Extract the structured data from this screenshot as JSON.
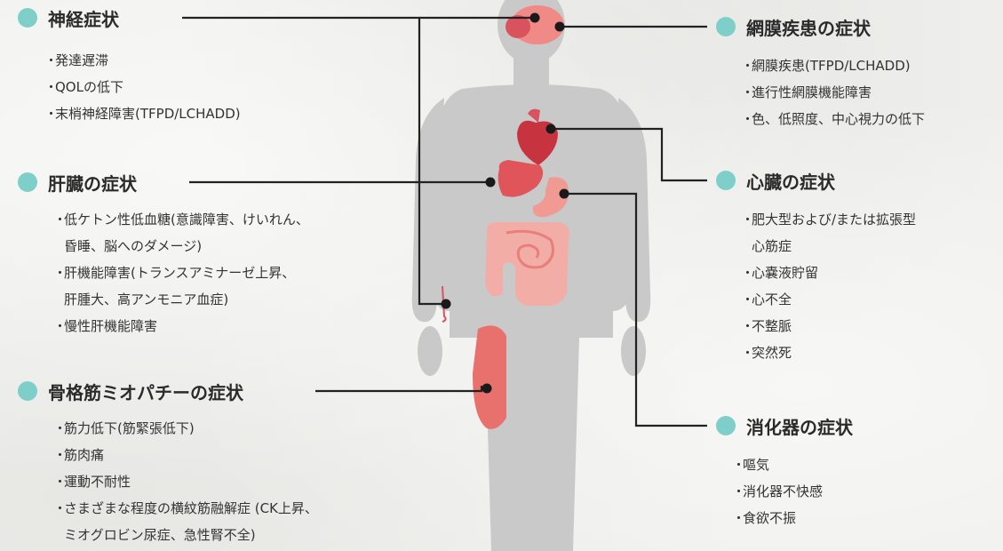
{
  "colors": {
    "accent_dot": "#7ecfca",
    "body_silhouette": "#c9c9c9",
    "organ_red": "#d9535f",
    "organ_pink": "#ef8a86"
  },
  "bullet": "・",
  "sections": {
    "neuro": {
      "heading": "神経症状",
      "items": [
        "発達遅滞",
        "QOLの低下",
        "末梢神経障害(TFPD/LCHADD)"
      ]
    },
    "liver": {
      "heading": "肝臓の症状",
      "items": [
        {
          "line1": "低ケトン性低血糖(意識障害、けいれん、",
          "line2": "昏睡、脳へのダメージ)"
        },
        {
          "line1": "肝機能障害(トランスアミナーゼ上昇、",
          "line2": "肝腫大、高アンモニア血症)"
        },
        {
          "line1": "慢性肝機能障害"
        }
      ]
    },
    "muscle": {
      "heading": "骨格筋ミオパチーの症状",
      "items": [
        {
          "line1": "筋力低下(筋緊張低下)"
        },
        {
          "line1": "筋肉痛"
        },
        {
          "line1": "運動不耐性"
        },
        {
          "line1": "さまざまな程度の横紋筋融解症 (CK上昇、",
          "line2": "ミオグロビン尿症、急性腎不全)"
        }
      ]
    },
    "retina": {
      "heading": "網膜疾患の症状",
      "items": [
        "網膜疾患(TFPD/LCHADD)",
        "進行性網膜機能障害",
        "色、低照度、中心視力の低下"
      ]
    },
    "heart": {
      "heading": "心臓の症状",
      "items": [
        {
          "line1": "肥大型および/または拡張型",
          "line2": "心筋症"
        },
        {
          "line1": "心嚢液貯留"
        },
        {
          "line1": "心不全"
        },
        {
          "line1": "不整脈"
        },
        {
          "line1": "突然死"
        }
      ]
    },
    "digestive": {
      "heading": "消化器の症状",
      "items": [
        "嘔気",
        "消化器不快感",
        "食欲不振"
      ]
    }
  }
}
